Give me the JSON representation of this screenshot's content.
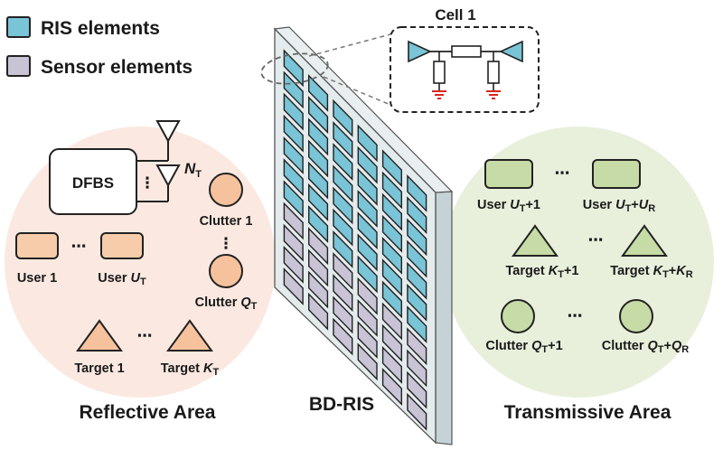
{
  "legend": {
    "ris_label": "RIS elements",
    "sensor_label": "Sensor elements"
  },
  "colors": {
    "ris_element": "#79c4d6",
    "sensor_element": "#c9c3d6",
    "reflective_area_bg": "#fbe9e1",
    "transmissive_area_bg": "#e8f0dc",
    "user_reflective": "#f6ccaa",
    "target_reflective": "#f6c29e",
    "transmissive_shapes": "#c7dba6",
    "ground": "#d9261c",
    "panel_glass": "#dfe8ea"
  },
  "cell": {
    "title": "Cell 1"
  },
  "panel": {
    "label": "BD-RIS",
    "rows": 11,
    "cols": 6,
    "ris_rows": 7
  },
  "reflective": {
    "area_label": "Reflective Area",
    "dfbs_label": "DFBS",
    "antenna_dots": "⋮",
    "nt": {
      "base": "N",
      "sub": "T"
    },
    "clutter1": "Clutter 1",
    "clutter_q": {
      "prefix": "Clutter ",
      "var": "Q",
      "sub": "T"
    },
    "vdots": "⋮",
    "user1": "User 1",
    "user_u": {
      "prefix": "User ",
      "var": "U",
      "sub": "T"
    },
    "target1": "Target 1",
    "target_k": {
      "prefix": "Target ",
      "var": "K",
      "sub": "T"
    },
    "hdots": "⋯"
  },
  "transmissive": {
    "area_label": "Transmissive Area",
    "hdots": "⋯",
    "user_a": {
      "prefix": "User ",
      "var": "U",
      "sub": "T",
      "suffix": "+1"
    },
    "user_b": {
      "prefix": "User ",
      "var": "U",
      "sub": "T",
      "mid": "+",
      "var2": "U",
      "sub2": "R"
    },
    "target_a": {
      "prefix": "Target ",
      "var": "K",
      "sub": "T",
      "suffix": "+1"
    },
    "target_b": {
      "prefix": "Target ",
      "var": "K",
      "sub": "T",
      "mid": "+",
      "var2": "K",
      "sub2": "R"
    },
    "clutter_a": {
      "prefix": "Clutter ",
      "var": "Q",
      "sub": "T",
      "suffix": "+1"
    },
    "clutter_b": {
      "prefix": "Clutter ",
      "var": "Q",
      "sub": "T",
      "mid": "+",
      "var2": "Q",
      "sub2": "R"
    }
  }
}
